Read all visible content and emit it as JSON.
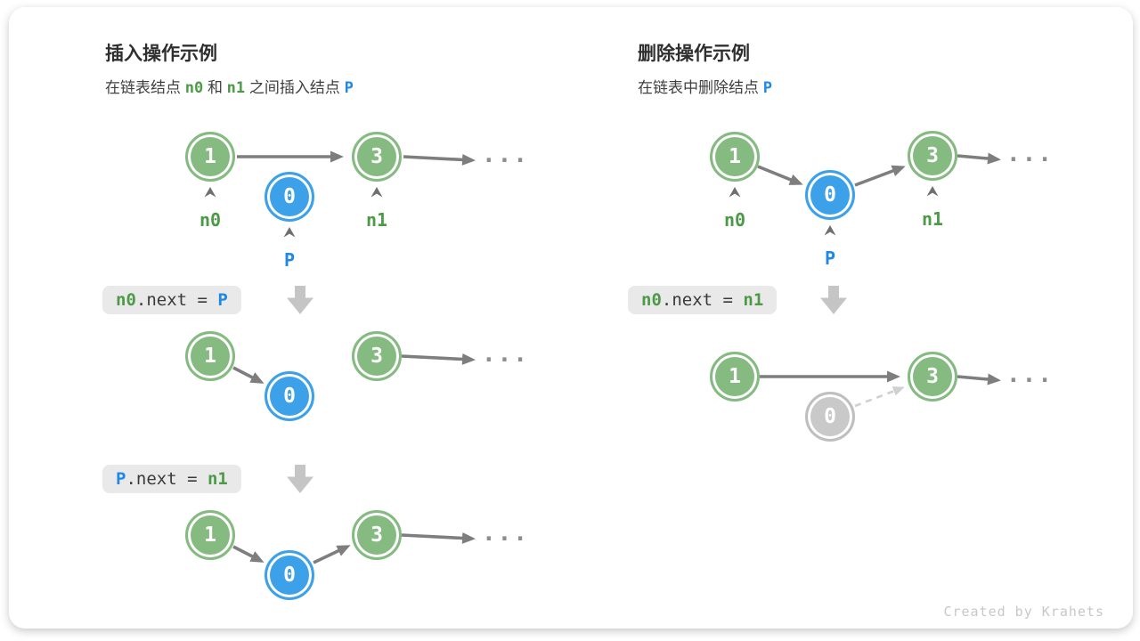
{
  "insert": {
    "title": "插入操作示例",
    "subtitle": [
      {
        "text": "在链表结点 ",
        "style": "plain"
      },
      {
        "text": "n0",
        "style": "green"
      },
      {
        "text": " 和 ",
        "style": "plain"
      },
      {
        "text": "n1",
        "style": "green"
      },
      {
        "text": " 之间插入结点 ",
        "style": "plain"
      },
      {
        "text": "P",
        "style": "blue"
      }
    ],
    "step1": {
      "nodes": [
        "1",
        "0",
        "3"
      ],
      "pointers": [
        "n0",
        "P",
        "n1"
      ]
    },
    "code1": [
      {
        "text": "n0",
        "style": "green"
      },
      {
        "text": ".next = ",
        "style": "plain"
      },
      {
        "text": "P",
        "style": "blue"
      }
    ],
    "step2": {
      "nodes": [
        "1",
        "0",
        "3"
      ]
    },
    "code2": [
      {
        "text": "P",
        "style": "blue"
      },
      {
        "text": ".next = ",
        "style": "plain"
      },
      {
        "text": "n1",
        "style": "green"
      }
    ],
    "step3": {
      "nodes": [
        "1",
        "0",
        "3"
      ]
    }
  },
  "delete": {
    "title": "删除操作示例",
    "subtitle": [
      {
        "text": "在链表中删除结点 ",
        "style": "plain"
      },
      {
        "text": "P",
        "style": "blue"
      }
    ],
    "step1": {
      "nodes": [
        "1",
        "0",
        "3"
      ],
      "pointers": [
        "n0",
        "P",
        "n1"
      ]
    },
    "code1": [
      {
        "text": "n0",
        "style": "green"
      },
      {
        "text": ".next = ",
        "style": "plain"
      },
      {
        "text": "n1",
        "style": "green"
      }
    ],
    "step2": {
      "nodes": [
        "1",
        "0",
        "3"
      ]
    }
  },
  "ellipsis": "...",
  "footer": "Created by Krahets",
  "colors": {
    "node_green": "#85ba81",
    "node_blue": "#3da1e9",
    "node_gray": "#c9c9c9",
    "arrow": "#7e7e7e",
    "dashed_arrow": "#d0d0d0",
    "caret": "#6f6f6f",
    "code_bg": "#e9e9e9",
    "code_text": "#3a3a3a",
    "green_text": "#4c9a47",
    "blue_text": "#1e88e5",
    "title_text": "#2f2f2f",
    "block_arrow": "#c5c5c5",
    "footer_text": "#c8c8c8"
  }
}
